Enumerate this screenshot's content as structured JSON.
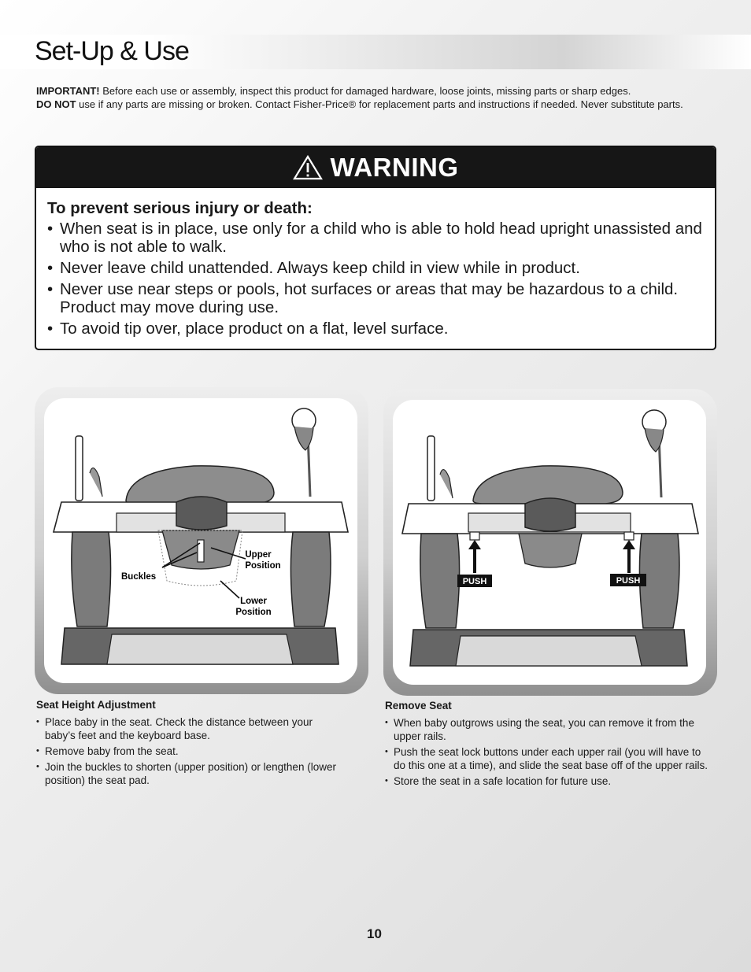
{
  "header": {
    "title": "Set-Up & Use"
  },
  "intro": {
    "important_label": "IMPORTANT!",
    "important_text": " Before each use or assembly, inspect this product for damaged hardware, loose joints, missing parts or sharp edges.",
    "donot_label": "DO NOT",
    "donot_text": " use if any parts are missing or broken. Contact Fisher-Price® for replacement parts and instructions if needed. Never substitute parts."
  },
  "warning": {
    "heading": "WARNING",
    "lead": "To prevent serious injury or death:",
    "items": [
      "When seat is in place, use only for a child who is able to hold head upright unassisted and who is not able to walk.",
      "Never leave child unattended. Always keep child in view while in product.",
      "Never use near steps or pools, hot surfaces or areas that may be hazardous to a child. Product may move during use.",
      "To avoid tip over, place product on a flat, level surface."
    ]
  },
  "figure_left": {
    "label_buckles": "Buckles",
    "label_upper_1": "Upper",
    "label_upper_2": "Position",
    "label_lower_1": "Lower",
    "label_lower_2": "Position"
  },
  "figure_right": {
    "label_push_left": "PUSH",
    "label_push_right": "PUSH"
  },
  "seat_height": {
    "title": "Seat Height Adjustment",
    "items": [
      "Place baby in the seat. Check the distance between your baby’s feet and the keyboard base.",
      "Remove baby from the seat.",
      "Join the buckles to shorten (upper position) or lengthen (lower position) the seat pad."
    ]
  },
  "remove_seat": {
    "title": "Remove Seat",
    "items": [
      "When baby outgrows using the seat, you can remove it from the upper rails.",
      "Push the seat lock buttons under each upper rail (you will have to do this one at a time), and slide the seat base off of the upper rails.",
      "Store the seat in a safe location for future use."
    ]
  },
  "footer": {
    "page_number": "10"
  }
}
